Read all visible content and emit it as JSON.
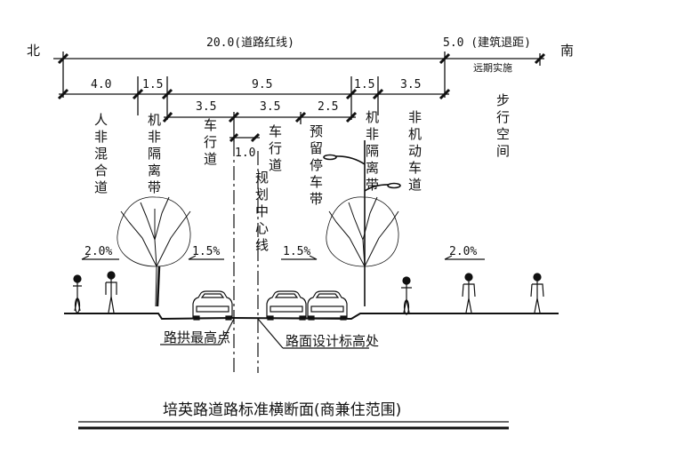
{
  "directions": {
    "north": "北",
    "south": "南"
  },
  "top_dims": {
    "red_line": "20.0(道路红线)",
    "setback": "5.0 (建筑退距)",
    "far_term": "远期实施"
  },
  "mid_dims": {
    "d1": "4.0",
    "d2": "1.5",
    "d3": "9.5",
    "d4": "1.5",
    "d5": "3.5"
  },
  "lane_dims": {
    "l1": "3.5",
    "l2": "3.5",
    "l3": "2.5",
    "l4": "1.0"
  },
  "zones": {
    "mixed": "人非混合道",
    "sep_left": "机非隔离带",
    "lane_a": "车行道",
    "lane_b": "车行道",
    "centerline": "规划中心线",
    "parking": "预留停车带",
    "sep_right": "机非隔离带",
    "nonmotor": "非机动车道",
    "walk": "步行空间"
  },
  "slopes": {
    "s1": "2.0%",
    "s2": "1.5%",
    "s3": "1.5%",
    "s4": "2.0%"
  },
  "callouts": {
    "crown": "路拱最高点",
    "design": "路面设计标高处"
  },
  "title": "培英路道路标准横断面(商兼住范围)"
}
